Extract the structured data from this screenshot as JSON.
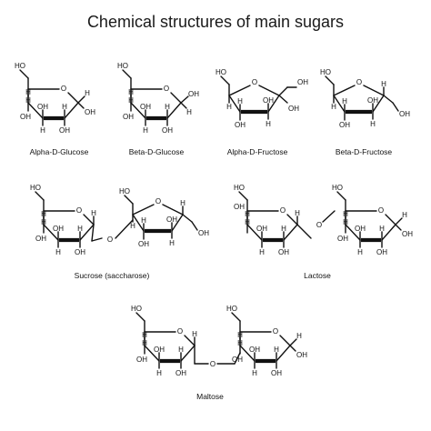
{
  "title": "Chemical structures of main sugars",
  "atoms": {
    "oxygen": "O",
    "hydroxyl": "OH",
    "hydroxymethyl": "HO",
    "hydrogen": "H"
  },
  "captions": {
    "alpha_d_glucose": "Alpha-D-Glucose",
    "beta_d_glucose": "Beta-D-Glucose",
    "alpha_d_fructose": "Alpha-D-Fructose",
    "beta_d_fructose": "Beta-D-Fructose",
    "sucrose": "Sucrose (saccharose)",
    "lactose": "Lactose",
    "maltose": "Maltose"
  }
}
